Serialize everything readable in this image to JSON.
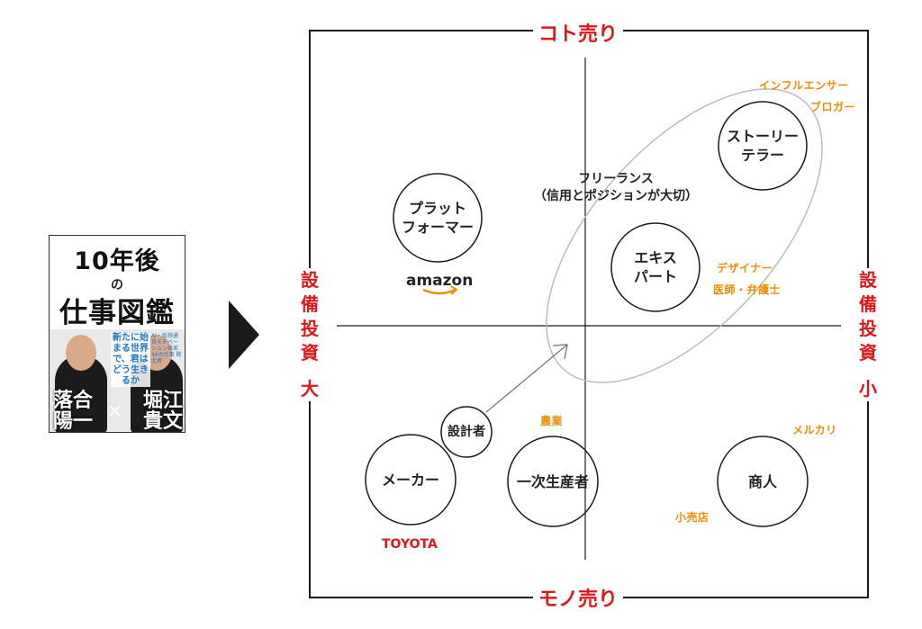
{
  "book": {
    "title_line1": "10年後",
    "title_no": "の",
    "title_line2": "仕事図鑑",
    "tagline": "新たに始まる世界で、君はどう生きるか",
    "side_text": "AI・仮想通貨モチベーション格差46の仕事 敗北者",
    "author_left": "落合\n陽一",
    "author_right": "堀江\n貴文",
    "cross": "×"
  },
  "axes": {
    "top": "コト売り",
    "bottom": "モノ売り",
    "left": [
      "設",
      "備",
      "投",
      "資",
      "",
      "大"
    ],
    "right": [
      "設",
      "備",
      "投",
      "資",
      "",
      "小"
    ]
  },
  "circles": [
    {
      "id": "platform",
      "lines": [
        "プラット",
        "フォーマー"
      ]
    },
    {
      "id": "storyteller",
      "lines": [
        "ストーリー",
        "テラー"
      ]
    },
    {
      "id": "expert",
      "lines": [
        "エキス",
        "パート"
      ]
    },
    {
      "id": "designer",
      "lines": [
        "設計者"
      ]
    },
    {
      "id": "maker",
      "lines": [
        "メーカー"
      ]
    },
    {
      "id": "primary",
      "lines": [
        "一次生産者"
      ]
    },
    {
      "id": "merchant",
      "lines": [
        "商人"
      ]
    }
  ],
  "freelance": [
    "フリーランス",
    "（信用とポジションが大切）"
  ],
  "examples": {
    "influencer": "インフルエンサー",
    "blogger": "ブロガー",
    "designer_job": "デザイナー",
    "doctor": "医師・弁護士",
    "agriculture": "農業",
    "mercari": "メルカリ",
    "retail": "小売店"
  },
  "brands": {
    "amazon": "amazon",
    "toyota": "TOYOTA"
  },
  "colors": {
    "accent_red": "#e0161b",
    "accent_orange": "#f08c00",
    "line": "#1a1a1a",
    "ellipse": "#bbbbbb"
  }
}
